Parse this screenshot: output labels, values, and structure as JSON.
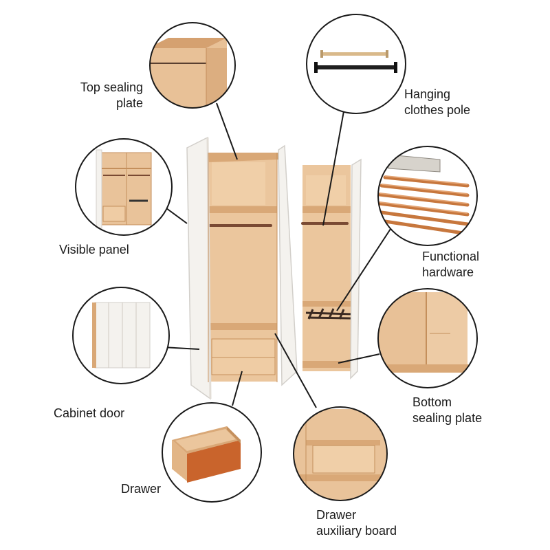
{
  "labels": {
    "top_sealing_plate": "Top sealing\nplate",
    "hanging_clothes_pole": "Hanging\nclothes pole",
    "visible_panel": "Visible panel",
    "functional_hardware": "Functional\nhardware",
    "cabinet_door": "Cabinet door",
    "bottom_sealing_plate": "Bottom\nsealing plate",
    "drawer": "Drawer",
    "drawer_auxiliary_board": "Drawer\nauxiliary board"
  },
  "colors": {
    "wood": "#e9c39a",
    "wood_dark": "#d9a877",
    "wood_edge": "#c48f5c",
    "door_white": "#f4f2ee",
    "door_edge": "#d2cfca",
    "drawer_orange": "#c9642c",
    "line": "#1a1a1a",
    "pole": "#7a4a33"
  }
}
